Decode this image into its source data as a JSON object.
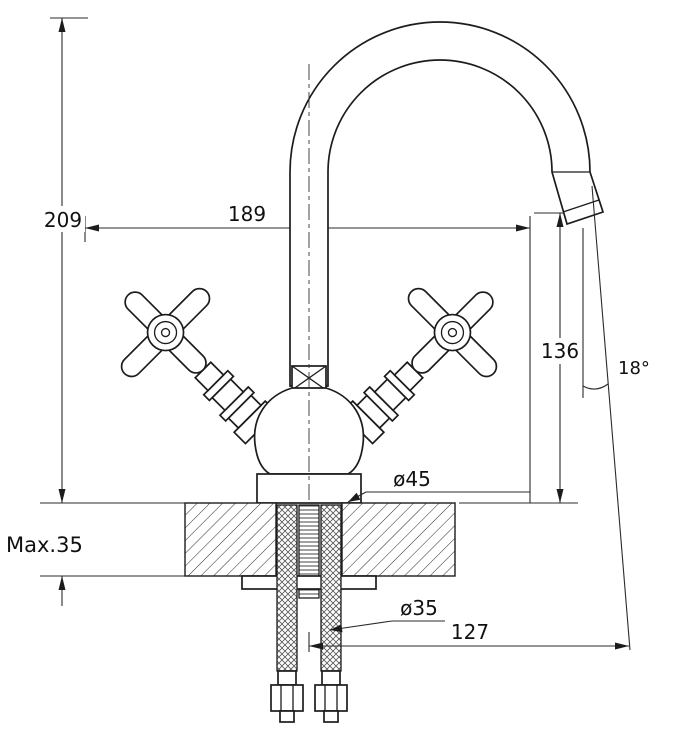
{
  "drawing": {
    "labels": {
      "total_height": "209",
      "handle_span": "189",
      "outlet_height": "136",
      "spout_angle": "18°",
      "base_diameter": "ø45",
      "max_panel_thickness": "Max.35",
      "hole_diameter": "ø35",
      "outlet_reach": "127"
    },
    "colors": {
      "line": "#1c1c1c",
      "background": "#ffffff"
    }
  }
}
